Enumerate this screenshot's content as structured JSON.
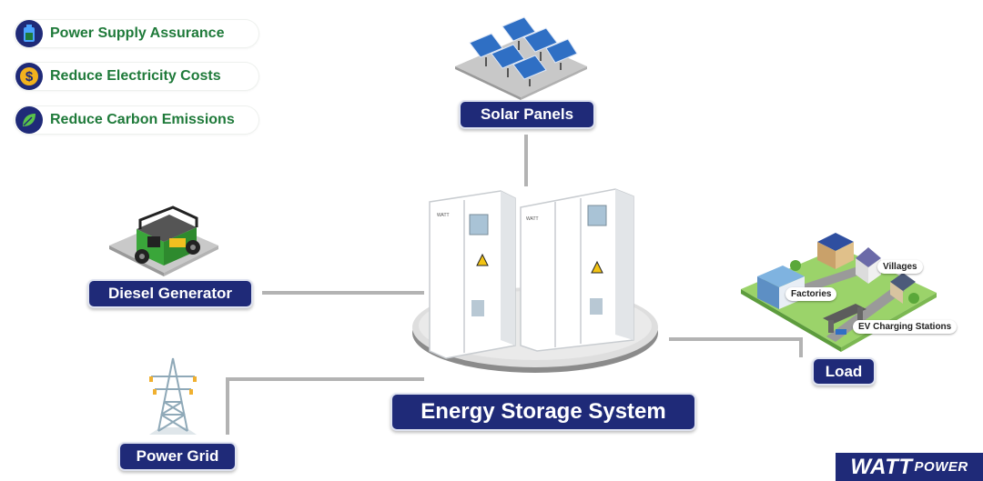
{
  "benefits": [
    {
      "label": "Power Supply Assurance",
      "icon": "battery-icon"
    },
    {
      "label": "Reduce Electricity Costs",
      "icon": "dollar-icon"
    },
    {
      "label": "Reduce Carbon Emissions",
      "icon": "leaf-icon"
    }
  ],
  "nodes": {
    "solar": "Solar Panels",
    "diesel": "Diesel Generator",
    "grid": "Power Grid",
    "load": "Load",
    "ess": "Energy Storage System"
  },
  "load_parts": {
    "villages": "Villages",
    "factories": "Factories",
    "ev": "EV Charging Stations"
  },
  "brand": {
    "main": "WATT",
    "sub": "POWER"
  },
  "colors": {
    "navy": "#1f2a78",
    "green": "#1f7a3a",
    "connector": "#b3b3b3"
  }
}
